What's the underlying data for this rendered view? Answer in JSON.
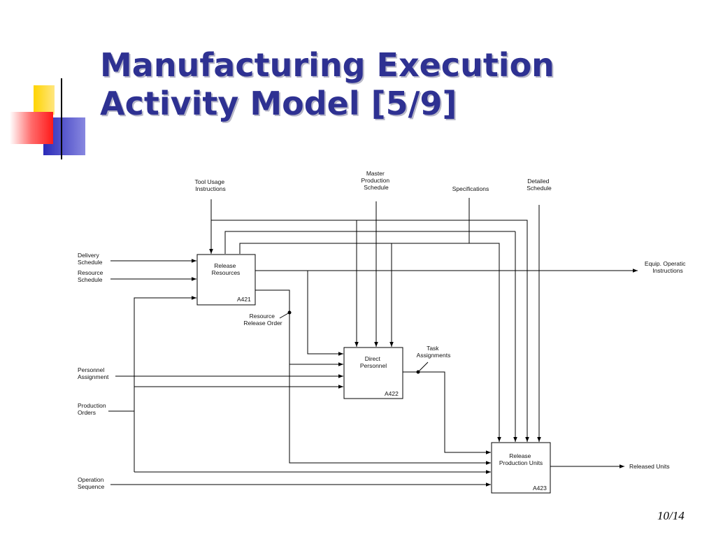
{
  "slide": {
    "title_line1": "Manufacturing Execution",
    "title_line2": "Activity Model [5/9]",
    "page_number": "10/14"
  },
  "diagram": {
    "boxes": [
      {
        "id": "A421",
        "label_lines": [
          "Release",
          "Resources"
        ],
        "code": "A421"
      },
      {
        "id": "A422",
        "label_lines": [
          "Direct",
          "Personnel"
        ],
        "code": "A422"
      },
      {
        "id": "A423",
        "label_lines": [
          "Release",
          "Production Units"
        ],
        "code": "A423"
      }
    ],
    "controls": {
      "tool_usage": [
        "Tool Usage",
        "Instructions"
      ],
      "master_production": [
        "Master",
        "Production",
        "Schedule"
      ],
      "specifications": [
        "Specifications"
      ],
      "detailed_schedule": [
        "Detailed",
        "Schedule"
      ]
    },
    "inputs": {
      "delivery_schedule": [
        "Delivery",
        "Schedule"
      ],
      "resource_schedule": [
        "Resource",
        "Schedule"
      ],
      "personnel_assignment": [
        "Personnel",
        "Assignment"
      ],
      "production_orders": [
        "Production",
        "Orders"
      ],
      "operation_sequence": [
        "Operation",
        "Sequence"
      ]
    },
    "outputs": {
      "equip_operation": [
        "Equip. Operation",
        "Instructions"
      ],
      "released_units": [
        "Released Units"
      ]
    },
    "internal": {
      "resource_release_order": [
        "Resource",
        "Release Order"
      ],
      "task_assignments": [
        "Task",
        "Assignments"
      ]
    }
  }
}
